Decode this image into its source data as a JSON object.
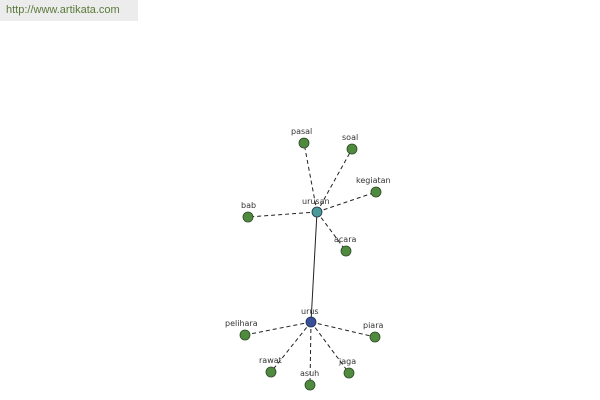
{
  "watermark": "http://www.artikata.com",
  "graph": {
    "hubs": [
      {
        "id": "urusan",
        "label": "urusan",
        "color": "#4a9a9a"
      },
      {
        "id": "urus",
        "label": "urus",
        "color": "#3a4f9a"
      }
    ],
    "leaf_color": "#4f8a3f",
    "hub_link": {
      "from": "urusan",
      "to": "urus"
    },
    "leaves": [
      {
        "id": "pasal",
        "label": "pasal",
        "hub": "urusan"
      },
      {
        "id": "soal",
        "label": "soal",
        "hub": "urusan"
      },
      {
        "id": "kegiatan",
        "label": "kegiatan",
        "hub": "urusan"
      },
      {
        "id": "bab",
        "label": "bab",
        "hub": "urusan"
      },
      {
        "id": "acara",
        "label": "acara",
        "hub": "urusan"
      },
      {
        "id": "pelihara",
        "label": "pelihara",
        "hub": "urus"
      },
      {
        "id": "piara",
        "label": "piara",
        "hub": "urus"
      },
      {
        "id": "rawat",
        "label": "rawat",
        "hub": "urus"
      },
      {
        "id": "asuh",
        "label": "asuh",
        "hub": "urus"
      },
      {
        "id": "jaga",
        "label": "jaga",
        "hub": "urus"
      }
    ]
  }
}
